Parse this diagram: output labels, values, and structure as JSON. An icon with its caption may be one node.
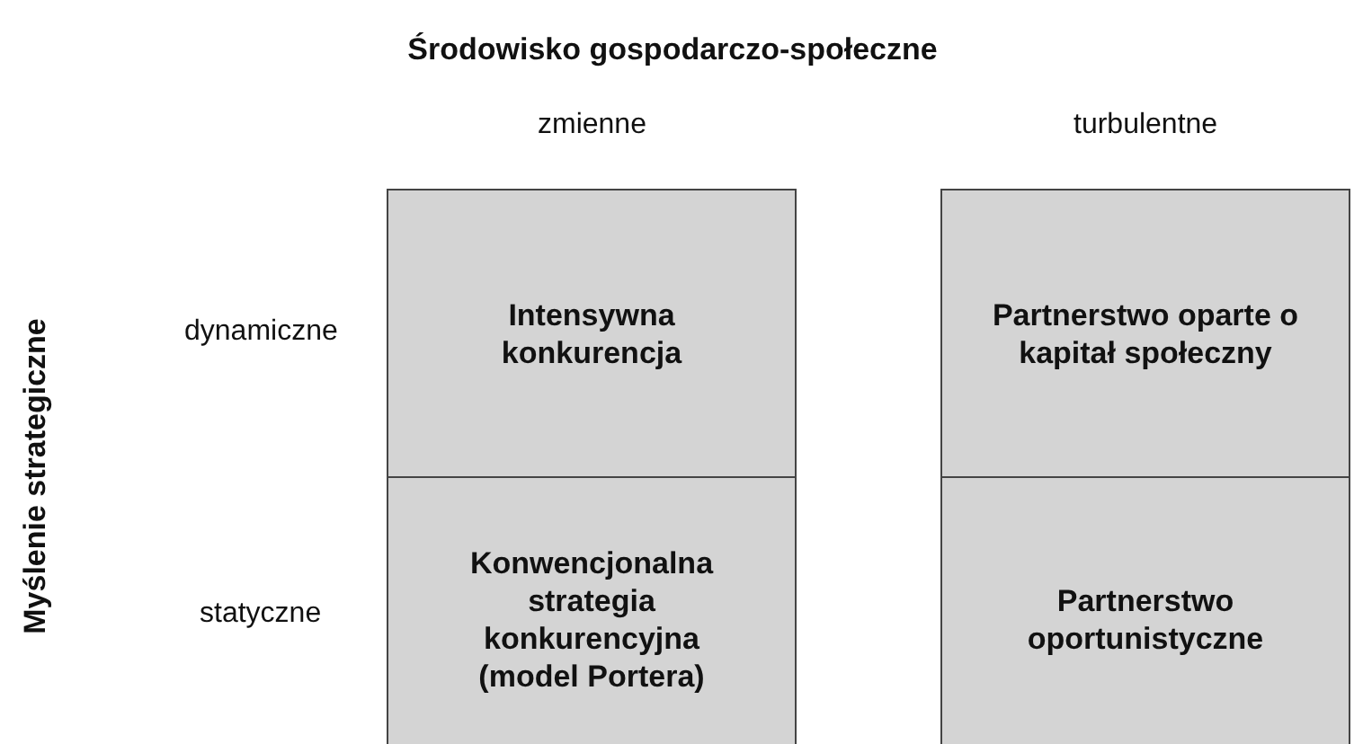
{
  "diagram": {
    "title": "Środowisko gospodarczo-społeczne",
    "nodes": [
      {
        "text": [
          "Intensywna konkurencja"
        ]
      },
      {
        "text": [
          "Partnerstwo oparte o kapitał społeczny"
        ]
      },
      {
        "text": [
          "Konwencjonalna strategia konkurencyjna (model Portera)"
        ]
      },
      {
        "text": [
          "Partnerstwo oportunistyczne"
        ]
      }
    ],
    "labels": [
      "zmienne",
      "turbulentne",
      "Myślenie strategiczne",
      "dynamiczne",
      "statyczne"
    ]
  }
}
